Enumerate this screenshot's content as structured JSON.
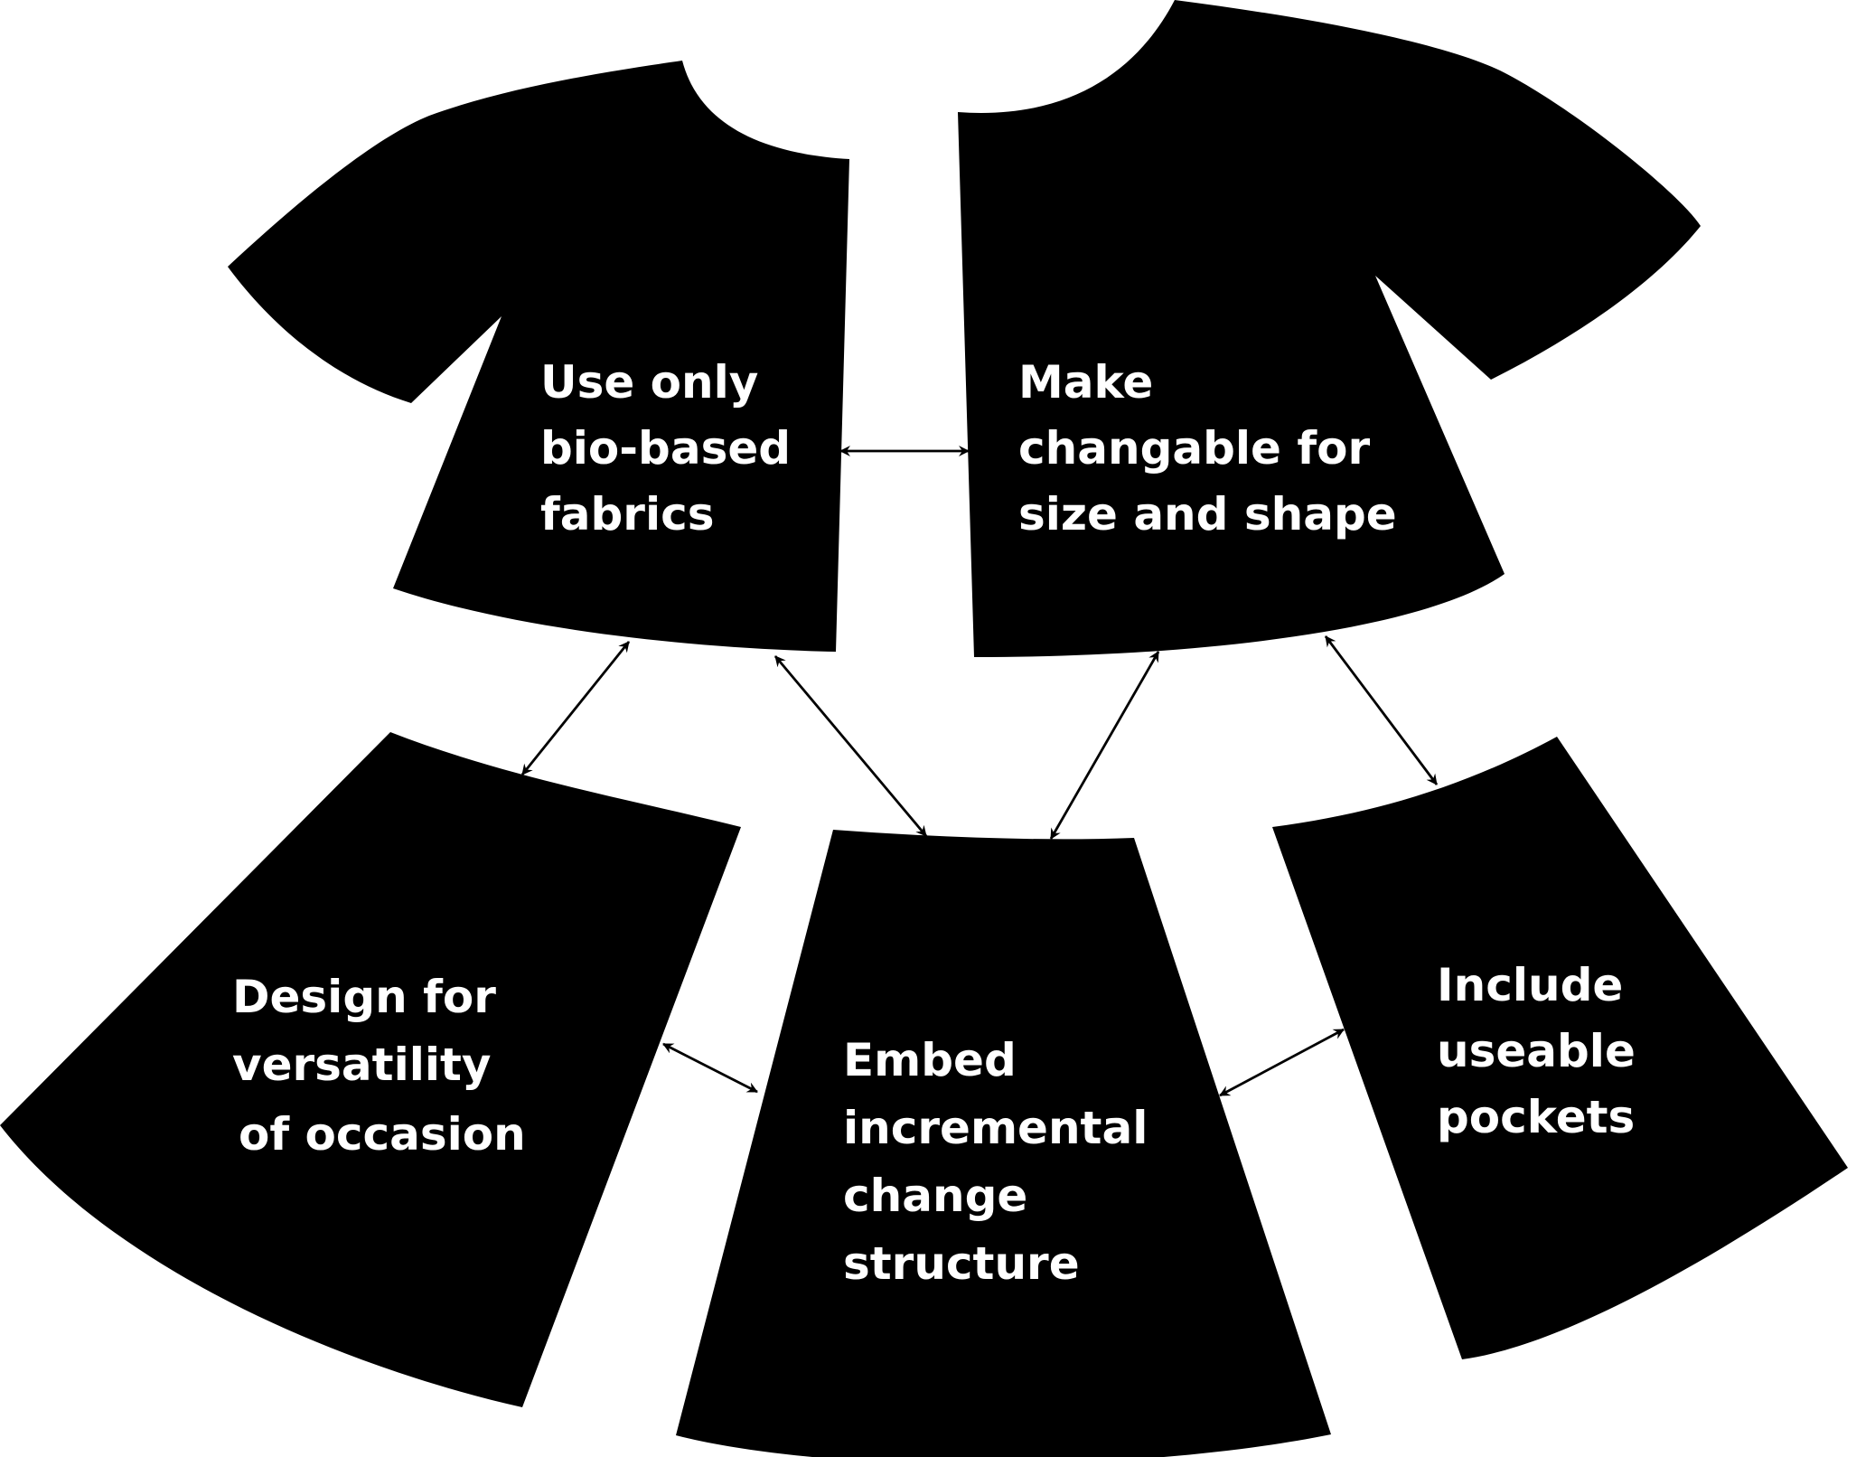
{
  "diagram": {
    "nodes": [
      {
        "id": "bio-fabrics",
        "shape": "shirt-left-half",
        "lines": [
          "Use only",
          "bio-based",
          "fabrics"
        ]
      },
      {
        "id": "changeable",
        "shape": "shirt-right-half",
        "lines": [
          "Make",
          "changable for",
          "size and shape"
        ]
      },
      {
        "id": "versatility",
        "shape": "skirt-left-panel",
        "lines": [
          "Design for",
          "versatility",
          "of occasion"
        ]
      },
      {
        "id": "incremental",
        "shape": "skirt-center-panel",
        "lines": [
          "Embed",
          "incremental",
          "change",
          "structure"
        ]
      },
      {
        "id": "pockets",
        "shape": "skirt-right-panel",
        "lines": [
          "Include",
          "useable",
          "pockets"
        ]
      }
    ],
    "edges": [
      {
        "from": "bio-fabrics",
        "to": "changeable",
        "arrows": "both"
      },
      {
        "from": "bio-fabrics",
        "to": "versatility",
        "arrows": "both"
      },
      {
        "from": "bio-fabrics",
        "to": "incremental",
        "arrows": "both"
      },
      {
        "from": "changeable",
        "to": "incremental",
        "arrows": "both"
      },
      {
        "from": "changeable",
        "to": "pockets",
        "arrows": "both"
      },
      {
        "from": "versatility",
        "to": "incremental",
        "arrows": "both"
      },
      {
        "from": "incremental",
        "to": "pockets",
        "arrows": "both"
      }
    ],
    "colors": {
      "shape_fill": "#000000",
      "text": "#ffffff",
      "arrow": "#000000",
      "background": "#ffffff"
    }
  }
}
